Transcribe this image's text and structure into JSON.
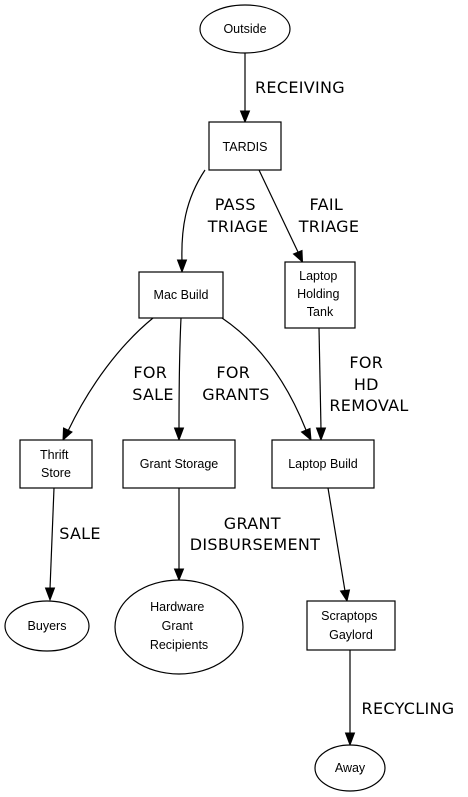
{
  "nodes": {
    "outside": [
      "Outside"
    ],
    "tardis": [
      "TARDIS"
    ],
    "mac_build": [
      "Mac Build"
    ],
    "laptop_holding_tank": [
      "Laptop",
      "Holding",
      "Tank"
    ],
    "thrift_store": [
      "Thrift",
      "Store"
    ],
    "grant_storage": [
      "Grant Storage"
    ],
    "laptop_build": [
      "Laptop Build"
    ],
    "buyers": [
      "Buyers"
    ],
    "hardware_grant_recipients": [
      "Hardware",
      "Grant",
      "Recipients"
    ],
    "scraptops_gaylord": [
      "Scraptops",
      "Gaylord"
    ],
    "away": [
      "Away"
    ]
  },
  "edges": {
    "receiving": [
      "RECEIVING"
    ],
    "pass_triage": [
      "PASS",
      "TRIAGE"
    ],
    "fail_triage": [
      "FAIL",
      "TRIAGE"
    ],
    "for_sale": [
      "FOR",
      "SALE"
    ],
    "for_grants": [
      "FOR",
      "GRANTS"
    ],
    "for_hd_removal": [
      "FOR",
      "HD",
      "REMOVAL"
    ],
    "sale": [
      "SALE"
    ],
    "grant_disbursement": [
      "GRANT",
      "DISBURSEMENT"
    ],
    "recycling": [
      "RECYCLING"
    ]
  }
}
